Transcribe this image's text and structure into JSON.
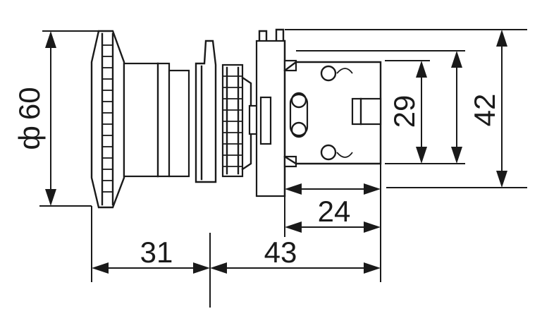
{
  "drawing": {
    "dimensions": {
      "diameter": {
        "symbol": "ф",
        "value": "60"
      },
      "front_depth": "31",
      "rear_depth": "43",
      "block_depth": "24",
      "inner_height": "29",
      "outer_height": "42"
    }
  }
}
